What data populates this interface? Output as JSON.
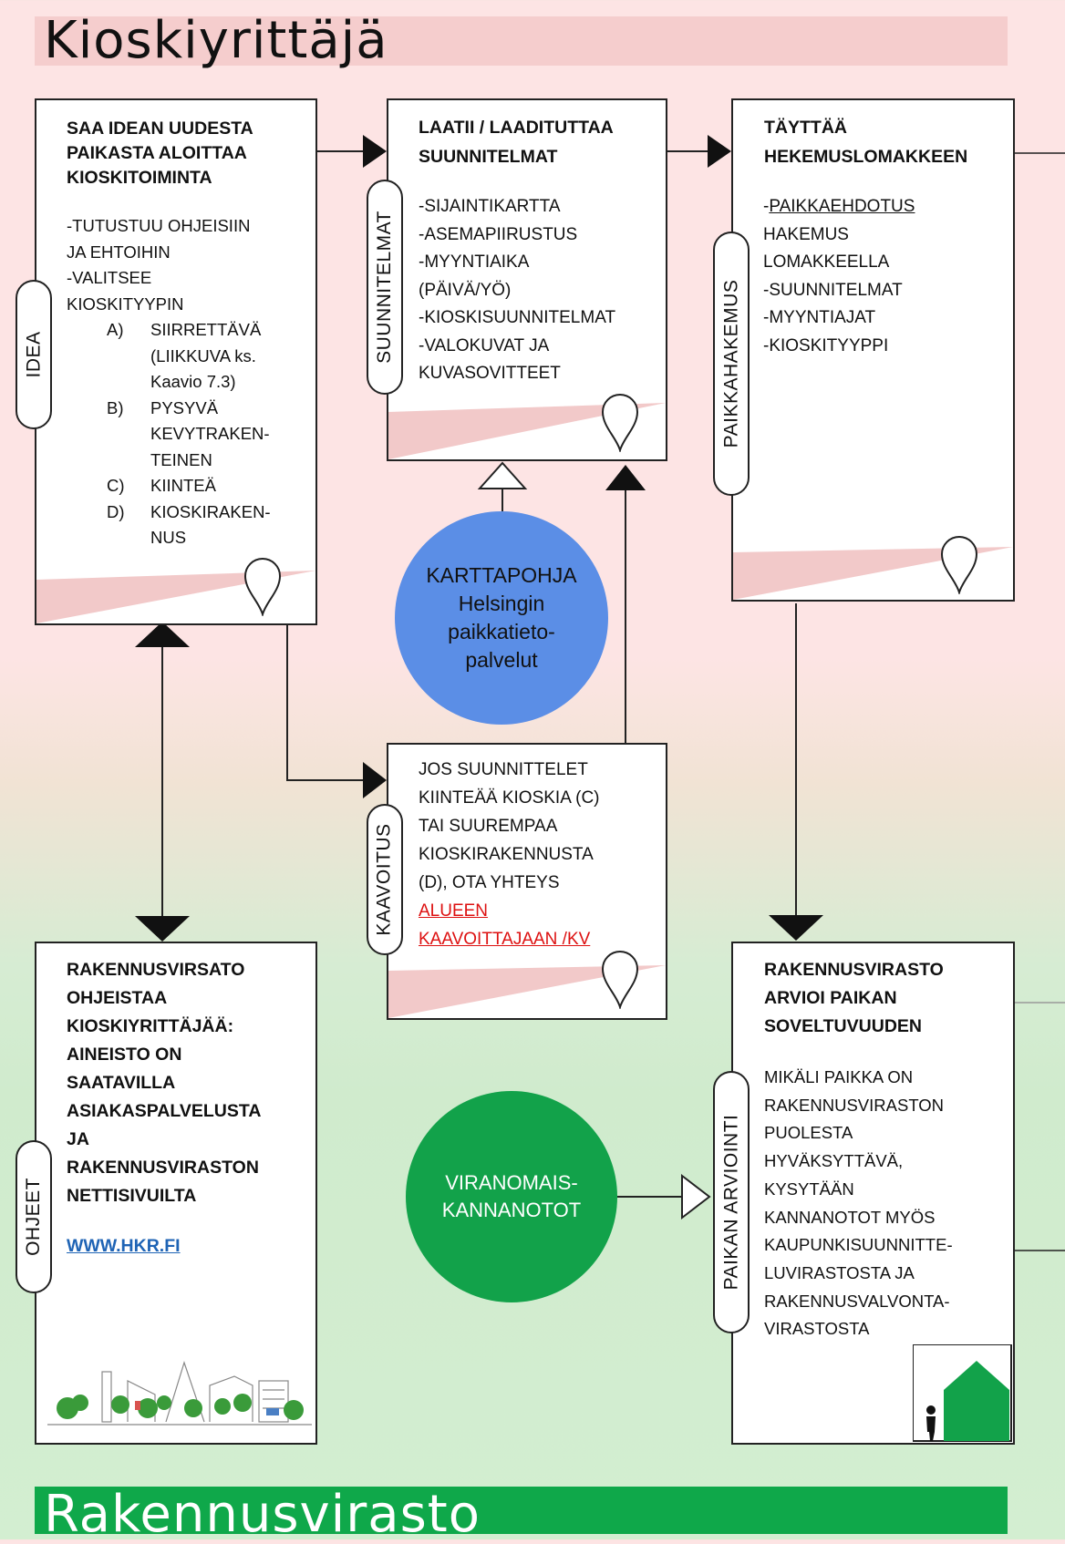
{
  "headers": {
    "top": "Kioskiyrittäjä",
    "bottom": "Rakennusvirasto"
  },
  "colors": {
    "top_band": "#f5cdcd",
    "bottom_band": "#0fa84a",
    "blue_circle": "#5b8ee6",
    "green_circle": "#12a24a",
    "link_red": "#d11111",
    "link_blue": "#1f64b5"
  },
  "idea": {
    "tab": "IDEA",
    "head": "SAA IDEAN UUDESTA\nPAIKASTA ALOITTAA\nKIOSKITOIMINTA",
    "lines": [
      "-TUTUSTUU OHJEISIIN",
      "JA EHTOIHIN",
      "-VALITSEE",
      "KIOSKITYYPIN"
    ],
    "options": [
      {
        "k": "A)",
        "lines": [
          "SIIRRETTÄVÄ",
          "(LIIKKUVA ks.",
          "Kaavio 7.3)"
        ]
      },
      {
        "k": "B)",
        "lines": [
          "PYSYVÄ",
          "KEVYTRAKEN-",
          "TEINEN"
        ]
      },
      {
        "k": "C)",
        "lines": [
          "KIINTEÄ"
        ]
      },
      {
        "k": "D)",
        "lines": [
          "KIOSKIRAKEN-",
          "NUS"
        ]
      }
    ]
  },
  "plans": {
    "tab": "SUUNNITELMAT",
    "head": "LAATII / LAADITUTTAA\nSUUNNITELMAT",
    "lines": [
      "-SIJAINTIKARTTA",
      "-ASEMAPIIRUSTUS",
      "-MYYNTIAIKA",
      "(PÄIVÄ/YÖ)",
      "-KIOSKISUUNNITELMAT",
      "-VALOKUVAT JA",
      "KUVASOVITTEET"
    ]
  },
  "application": {
    "tab": "PAIKKAHAKEMUS",
    "head": "TÄYTTÄÄ\nHEKEMUSLOMAKKEEN",
    "first_line": "PAIKKAEHDOTUS",
    "first_prefix": "-",
    "lines": [
      "HAKEMUS",
      "LOMAKKEELLA",
      "-SUUNNITELMAT",
      "-MYYNTIAJAT",
      "-KIOSKITYYPPI"
    ]
  },
  "zoning": {
    "tab": "KAAVOITUS",
    "lines": [
      "JOS SUUNNITTELET",
      "KIINTEÄÄ KIOSKIA (C)",
      "TAI SUUREMPAA",
      "KIOSKIRAKENNUSTA",
      "(D), OTA YHTEYS"
    ],
    "link_lines": [
      "ALUEEN",
      "KAAVOITTAJAAN /KV"
    ]
  },
  "map_circle": {
    "text": "KARTTAPOHJA\nHelsingin\npaikkatieto-\npalvelut"
  },
  "guidance": {
    "tab": "OHJEET",
    "head": "RAKENNUSVIRSATO\nOHJEISTAA\nKIOSKIYRITTÄJÄÄ:\nAINEISTO ON\nSAATAVILLA\nASIAKASPALVELUSTA\nJA\nRAKENNUSVIRASTON\nNETTISIVUILTA",
    "link": "WWW.HKR.FI"
  },
  "authority_circle": {
    "text": "VIRANOMAIS-\nKANNANOTOT"
  },
  "assessment": {
    "tab": "PAIKAN ARVIOINTI",
    "head": "RAKENNUSVIRASTO\nARVIOI PAIKAN\nSOVELTUVUUDEN",
    "lines": [
      "MIKÄLI PAIKKA ON",
      "RAKENNUSVIRASTON",
      "PUOLESTA",
      "HYVÄKSYTTÄVÄ,",
      "KYSYTÄÄN",
      "KANNANOTOT MYÖS",
      "KAUPUNKISUUNNITTE-",
      "LUVIRASTOSTA JA",
      "RAKENNUSVALVONTA-",
      "VIRASTOSTA"
    ]
  },
  "icons": {
    "location_pin": "map-pin-icon",
    "city_illustration": "city-skyline-icon",
    "green_house": "house-icon",
    "person": "person-icon"
  }
}
